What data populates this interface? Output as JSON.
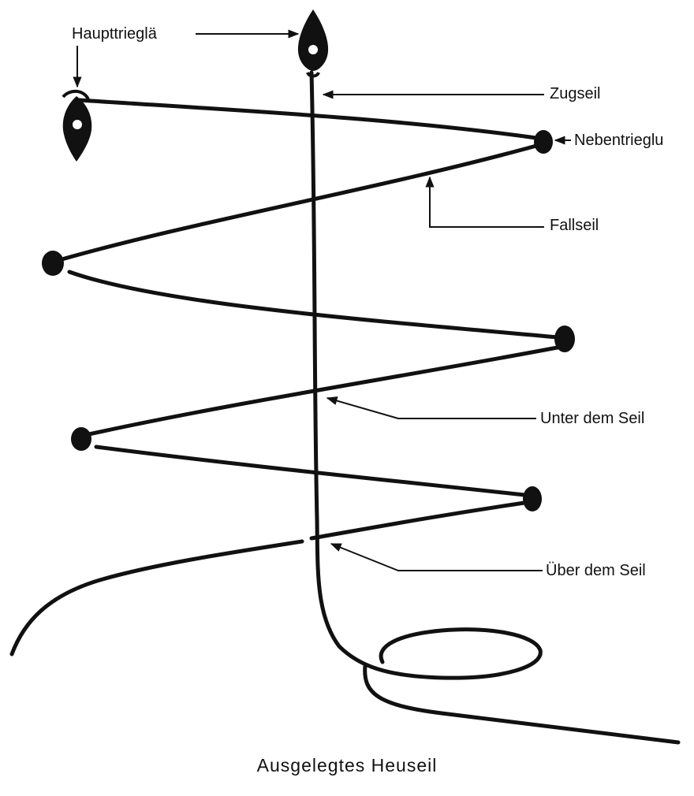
{
  "labels": {
    "haupttriegla": "Haupttrieglä",
    "zugseil": "Zugseil",
    "nebentrieglu": "Nebentrieglu",
    "fallseil": "Fallseil",
    "unter_dem_seil": "Unter dem Seil",
    "uber_dem_seil": "Über dem Seil"
  },
  "caption": "Ausgelegtes Heuseil",
  "colors": {
    "ink": "#111111",
    "background": "#ffffff"
  }
}
